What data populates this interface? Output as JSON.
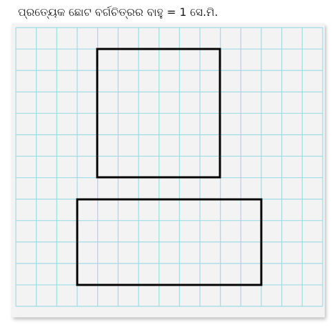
{
  "caption": "ପ୍ରତ୍ୟେକ ଛୋଟ ବର୍ଗଚିତ୍ରର ବାହୁ = 1 ସେ.ମି.",
  "colors": {
    "grid_line": "#9fdbe5",
    "paper": "#f3f3f3",
    "shape_stroke": "#000000"
  },
  "shapes": [
    {
      "name": "square",
      "width_cm": 6,
      "height_cm": 6
    },
    {
      "name": "rectangle",
      "width_cm": 9,
      "height_cm": 4
    }
  ]
}
